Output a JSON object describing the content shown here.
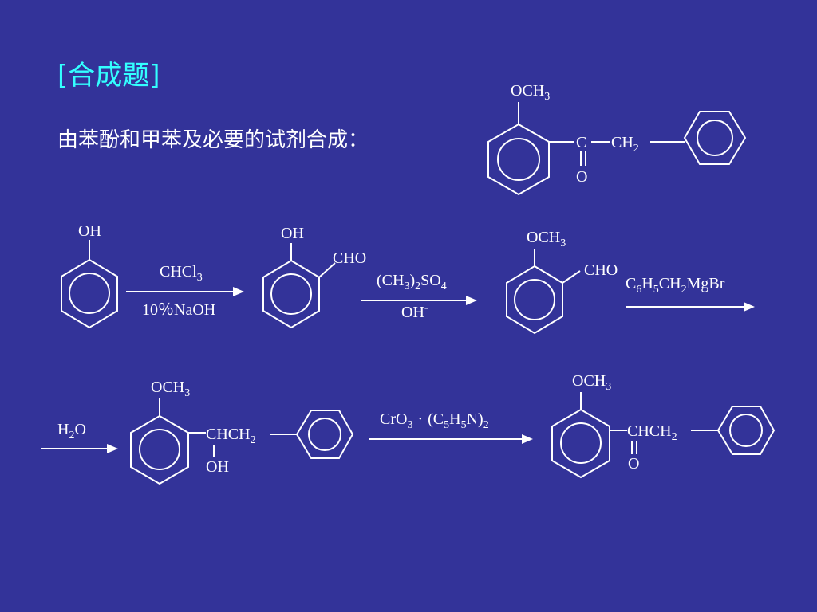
{
  "title": "[合成题]",
  "question": "由苯酚和甲苯及必要的试剂合成：",
  "colors": {
    "background": "#333399",
    "title": "#33ffff",
    "text": "#ffffff"
  },
  "target": {
    "och3": "OCH",
    "och3_sub": "3",
    "carbonyl_c": "C",
    "ch2": "CH",
    "ch2_sub": "2",
    "carbonyl_o": "O"
  },
  "step1": {
    "phenol_oh": "OH",
    "reagent_top": "CHCl",
    "reagent_top_sub": "3",
    "reagent_bottom": "10％NaOH"
  },
  "step2": {
    "product_oh": "OH",
    "product_cho": "CHO",
    "reagent_top": "(CH",
    "reagent_top_sub1": "3",
    "reagent_top_mid": ")",
    "reagent_top_sub2": "2",
    "reagent_top_end": "SO",
    "reagent_top_sub3": "4",
    "reagent_bottom": "OH",
    "reagent_bottom_sup": "-"
  },
  "step3": {
    "product_och3": "OCH",
    "product_och3_sub": "3",
    "product_cho": "CHO",
    "reagent": "C",
    "reagent_sub1": "6",
    "reagent_h": "H",
    "reagent_sub2": "5",
    "reagent_ch": "CH",
    "reagent_sub3": "2",
    "reagent_end": "MgBr"
  },
  "step4": {
    "reagent": "H",
    "reagent_sub": "2",
    "reagent_end": "O",
    "product_och3": "OCH",
    "product_och3_sub": "3",
    "product_chch2": "CHCH",
    "product_chch2_sub": "2",
    "product_oh": "OH"
  },
  "step5": {
    "reagent_a": "CrO",
    "reagent_a_sub": "3",
    "reagent_dot": "·",
    "reagent_b": "(C",
    "reagent_b_sub1": "5",
    "reagent_b_h": "H",
    "reagent_b_sub2": "5",
    "reagent_b_n": "N)",
    "reagent_b_sub3": "2",
    "product_och3": "OCH",
    "product_och3_sub": "3",
    "product_chch2": "CHCH",
    "product_chch2_sub": "2",
    "product_o": "O"
  }
}
